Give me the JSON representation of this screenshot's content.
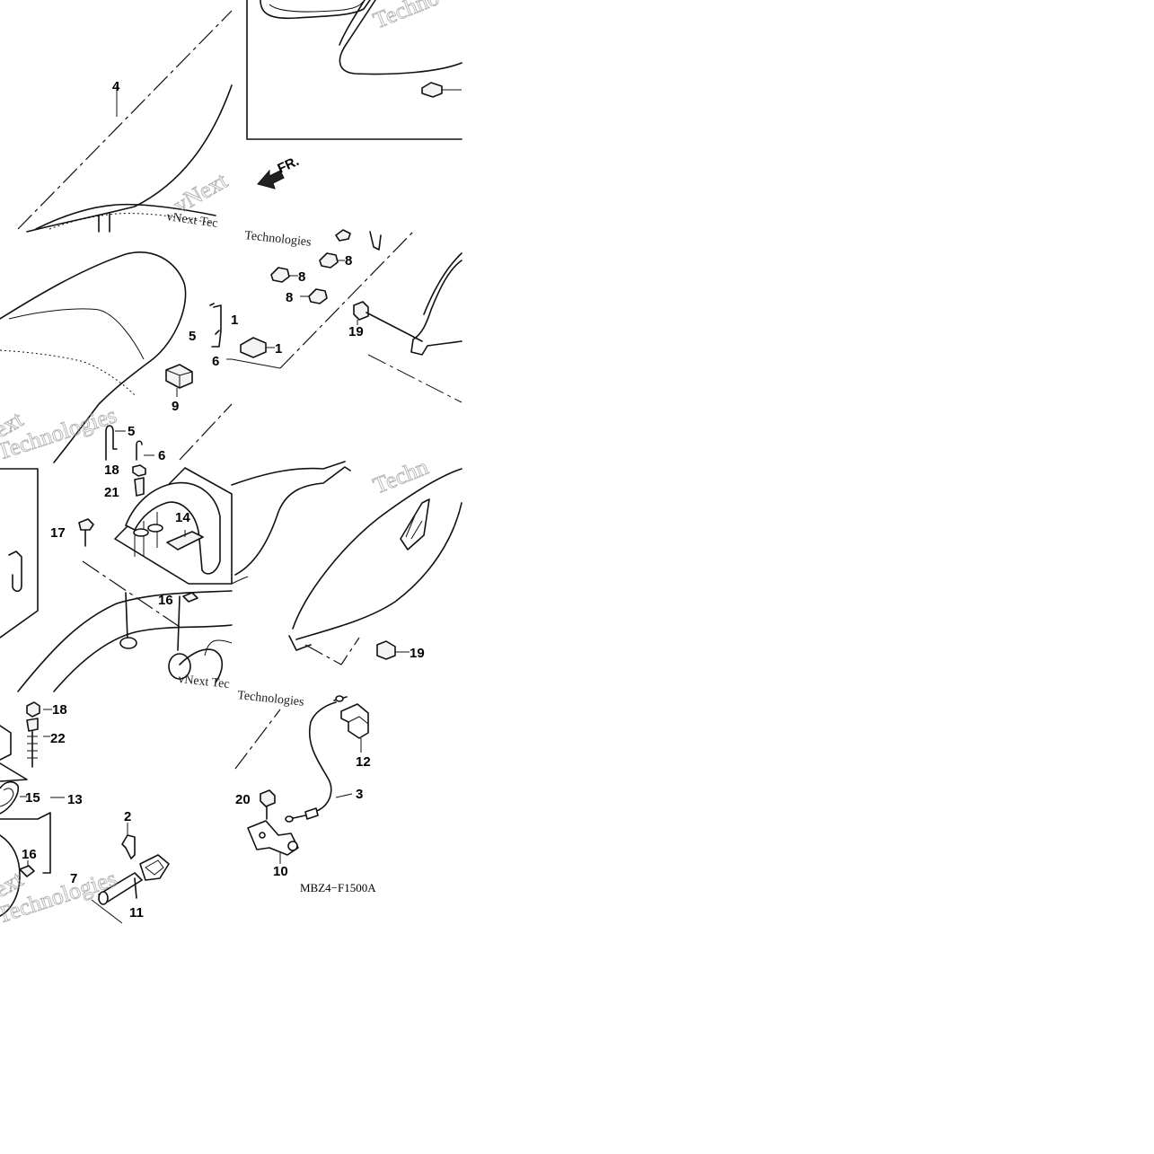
{
  "diagram": {
    "code": "MBZ4−F1500A",
    "direction_label": "FR.",
    "watermarks": [
      "vNext",
      "Technologies",
      "vNext Tec",
      "ext",
      "Techno",
      "Techn"
    ],
    "callouts": [
      "1",
      "2",
      "3",
      "4",
      "5",
      "6",
      "7",
      "8",
      "9",
      "10",
      "11",
      "12",
      "13",
      "14",
      "15",
      "16",
      "17",
      "18",
      "19",
      "20",
      "21",
      "22"
    ]
  }
}
